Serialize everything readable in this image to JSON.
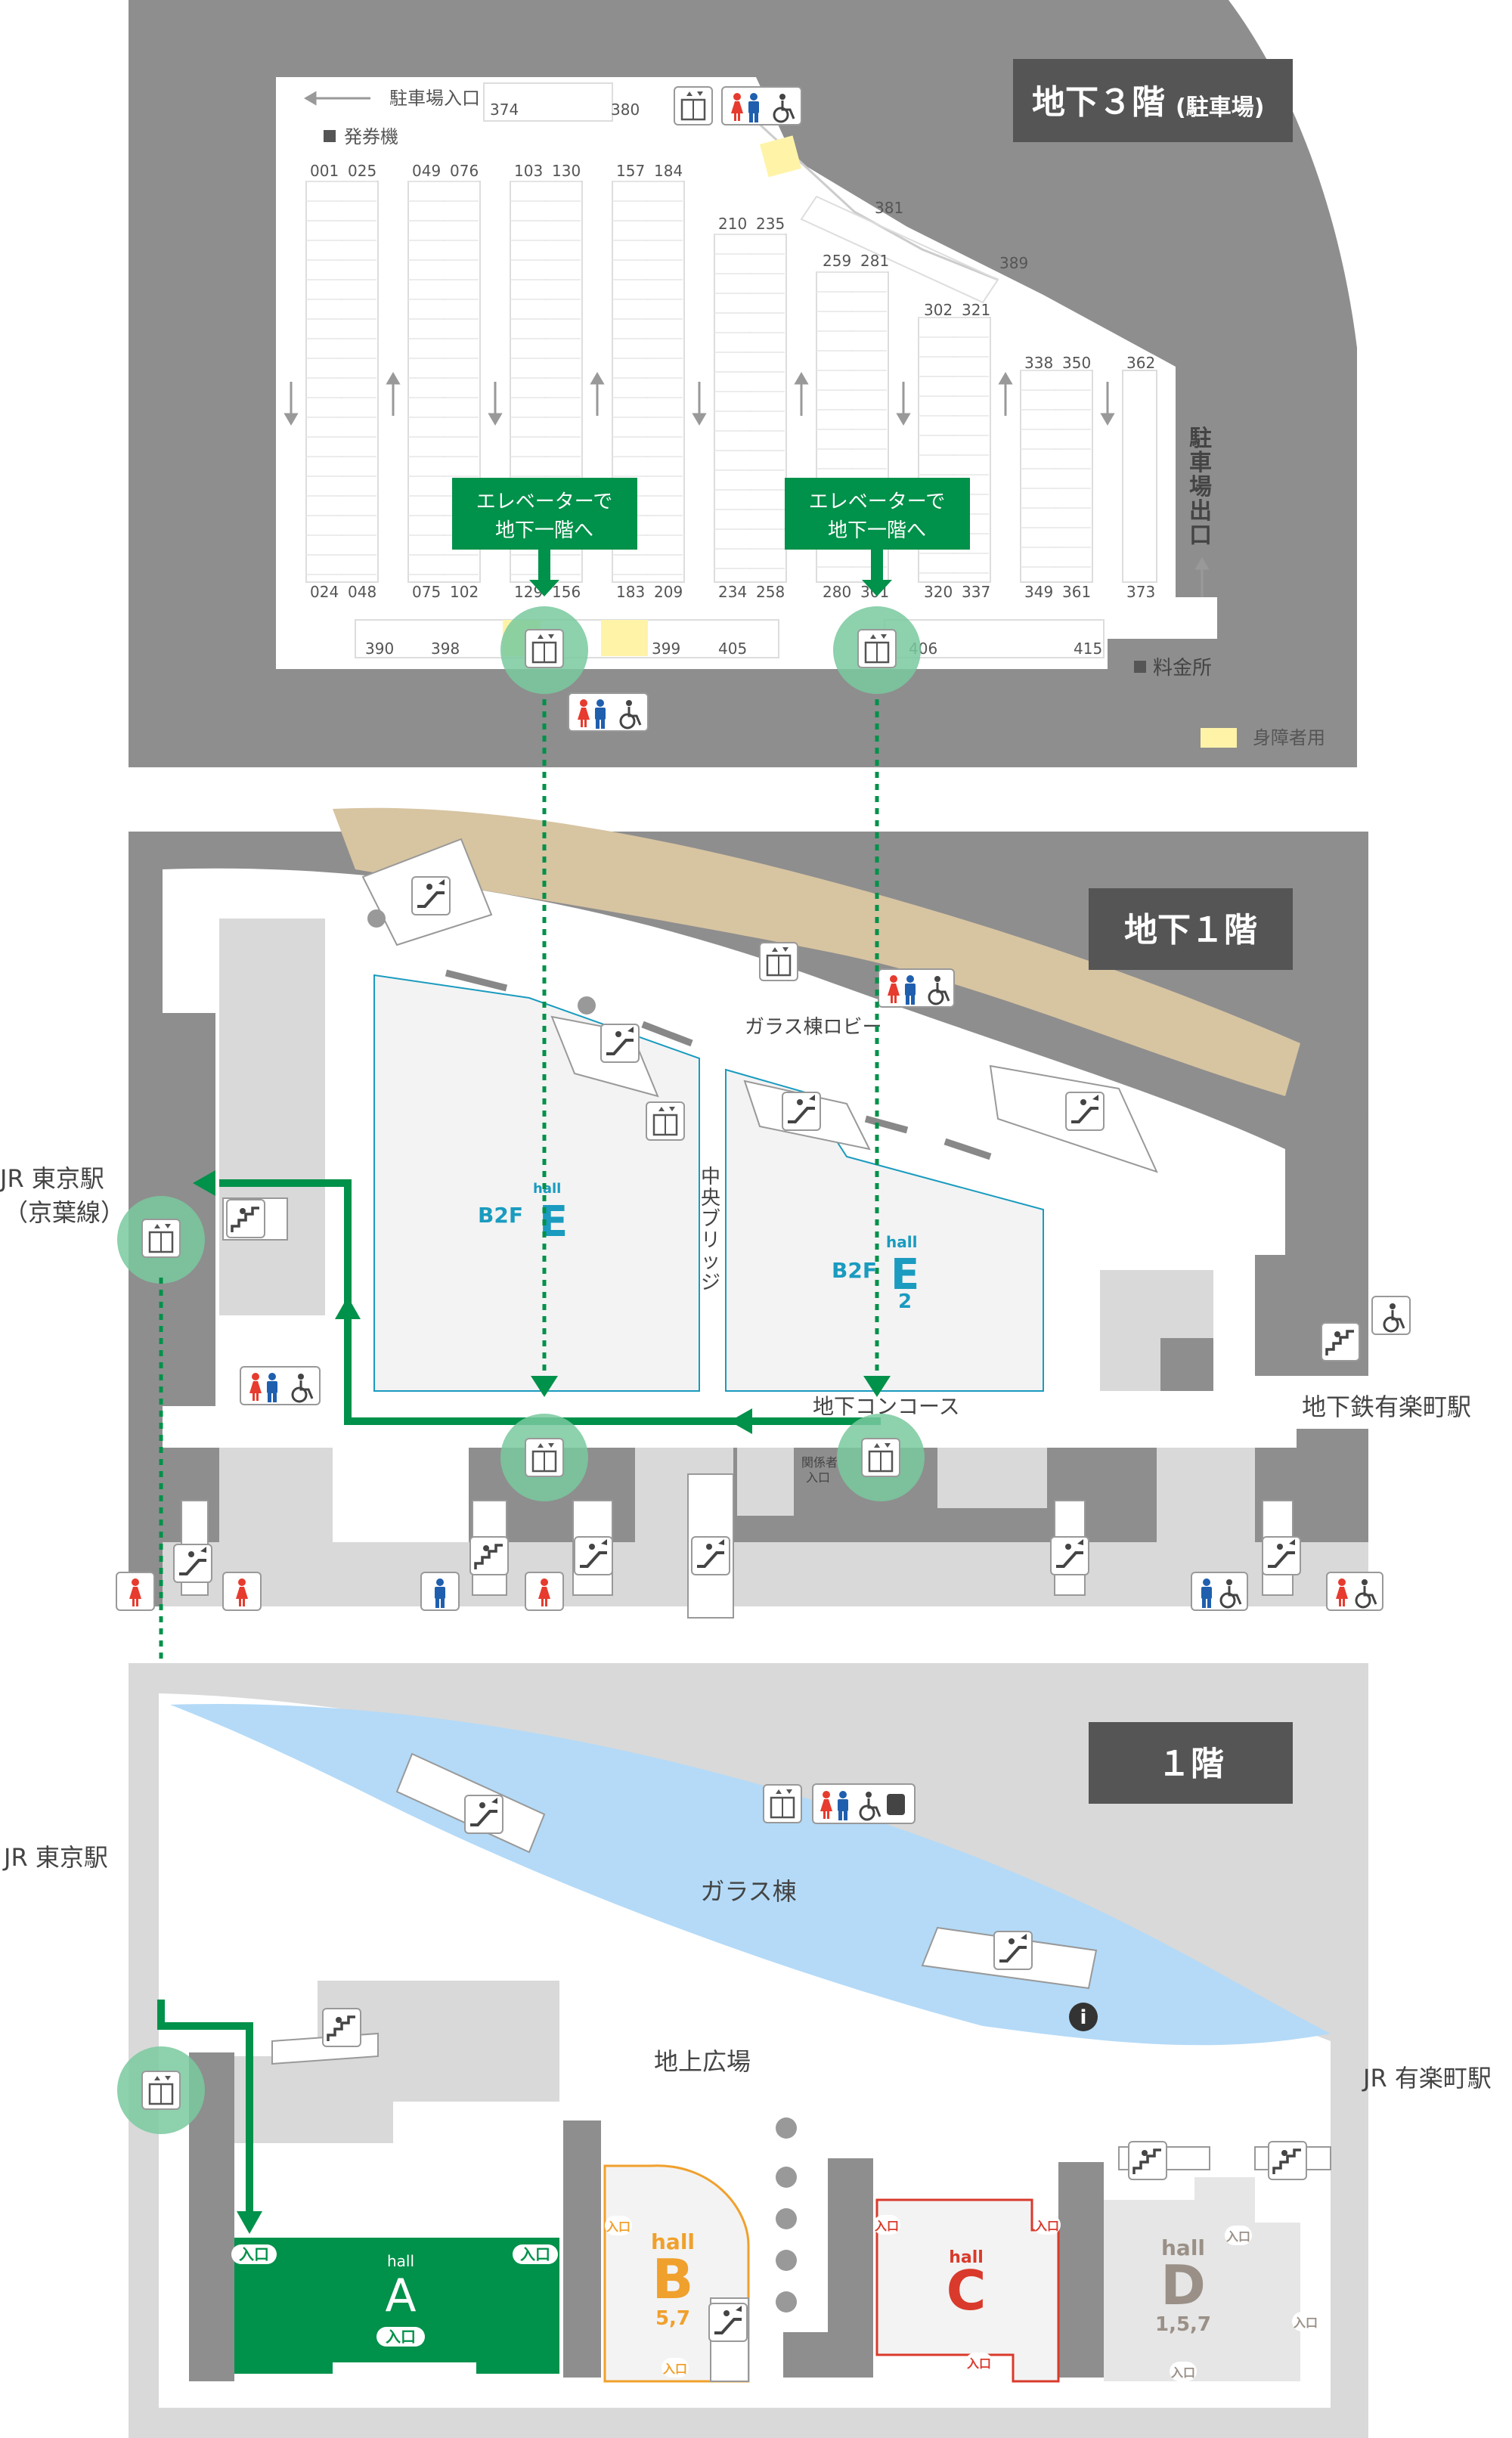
{
  "colors": {
    "gray_dark": "#8e8e8e",
    "gray_mid": "#a9a9a9",
    "gray_light": "#d9d9d9",
    "floor_light": "#f3f3f3",
    "green": "#00914a",
    "green_soft": "#79c99f",
    "blue_water": "#b4daf7",
    "beige": "#d7c4a1",
    "teal": "#1a9bbf",
    "orange": "#f0a02c",
    "red": "#d93a2b",
    "gray_text": "#9a9087",
    "accessible_yellow": "#fff3a8",
    "label_bg": "#555555"
  },
  "floors": {
    "b3": {
      "title": "地下３階",
      "subtitle": "(駐車場)"
    },
    "b1": {
      "title": "地下１階"
    },
    "f1": {
      "title": "１階"
    }
  },
  "b3": {
    "parking_entrance": "駐車場入口",
    "ticket_machine": "発券機",
    "slot_pairs": [
      "001",
      "025",
      "049",
      "076",
      "103",
      "130",
      "157",
      "184",
      "210",
      "235",
      "259",
      "281",
      "302",
      "321",
      "338",
      "350"
    ],
    "slot_single_top": [
      "362",
      "374",
      "380",
      "381",
      "389"
    ],
    "slot_bottom": [
      "024",
      "048",
      "075",
      "102",
      "129",
      "156",
      "183",
      "209",
      "234",
      "258",
      "280",
      "301",
      "320",
      "337",
      "349",
      "361",
      "373"
    ],
    "slot_row": [
      "390",
      "398",
      "399",
      "405",
      "406",
      "415"
    ],
    "elevator_msg_1": "エレベーターで",
    "elevator_msg_2": "地下一階へ",
    "exit": "駐車場出口",
    "toll": "料金所",
    "accessible": "身障者用"
  },
  "b1": {
    "glass_lobby": "ガラス棟ロビー",
    "jr_tokyo": "JR 東京駅",
    "jr_tokyo_line": "（京葉線）",
    "hall_e_left_floor": "B2F",
    "hall_e_right_floor": "B2F",
    "hall_label": "hall",
    "hall_e": "E",
    "hall_e_num": "2",
    "bridge": "中央ブリッジ",
    "concourse": "地下コンコース",
    "staff_1": "関係者",
    "staff_2": "入口",
    "subway_yurakucho": "地下鉄有楽町駅"
  },
  "f1": {
    "jr_tokyo": "JR 東京駅",
    "glass_bldg": "ガラス棟",
    "plaza": "地上広場",
    "jr_yurakucho": "JR 有楽町駅",
    "entrance": "入口",
    "halls": [
      {
        "name": "A",
        "nums": "",
        "color": "#00914a"
      },
      {
        "name": "B",
        "nums": "5,7",
        "color": "#f0a02c"
      },
      {
        "name": "C",
        "nums": "",
        "color": "#d93a2b"
      },
      {
        "name": "D",
        "nums": "1,5,7",
        "color": "#9a9087"
      }
    ],
    "hall_label": "hall"
  },
  "icons": [
    "elevator-icon",
    "escalator-icon",
    "stairs-icon",
    "restroom-female-icon",
    "restroom-male-icon",
    "wheelchair-icon",
    "info-icon",
    "nursing-room-icon"
  ]
}
